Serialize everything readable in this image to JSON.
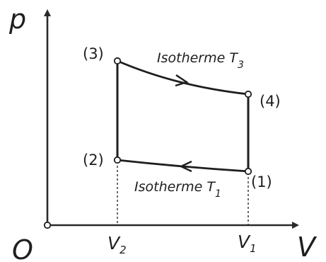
{
  "diagram": {
    "axes": {
      "y_label": "p",
      "x_label": "V",
      "origin_label": "O"
    },
    "ticks": {
      "v2": {
        "base": "V",
        "sub": "2"
      },
      "v1": {
        "base": "V",
        "sub": "1"
      }
    },
    "points": {
      "p1": "(1)",
      "p2": "(2)",
      "p3": "(3)",
      "p4": "(4)"
    },
    "isotherms": {
      "upper": {
        "base": "Isotherme T",
        "sub": "3"
      },
      "lower": {
        "base": "Isotherme T",
        "sub": "1"
      }
    }
  }
}
